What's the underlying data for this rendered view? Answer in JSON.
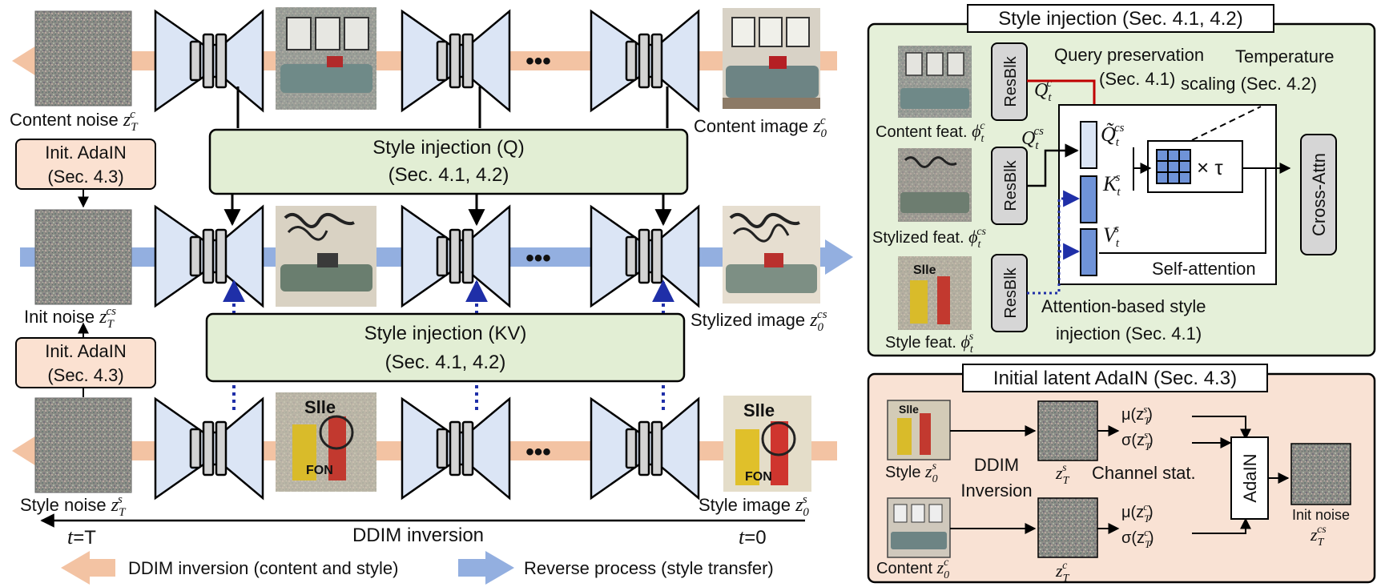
{
  "colors": {
    "inversion_arrow": "#f3c3a3",
    "reverse_arrow": "#93afe0",
    "unet_fill": "#dbe5f5",
    "injection_box_fill": "#e2eed4",
    "adain_box_fill": "#fbe1d1",
    "style_injection_panel": "#e5f0d9",
    "adain_panel": "#f9e2d4",
    "query_red": "#c00000",
    "kv_blue": "#1f2fa8",
    "attn_block_blue": "#6f93d8",
    "q_block_light": "#dbe5f5"
  },
  "images": {
    "content_noise": "noise",
    "content_denoise_img": "sofa-noisy",
    "content_image": "sofa",
    "init_noise": "noise",
    "stylized_img_mid": "sofa-stylized",
    "stylized_image": "sofa-stylized",
    "style_noise": "noise",
    "style_denoise_img": "painting-noisy",
    "style_image": "painting"
  },
  "left": {
    "content_noise_label": {
      "text": "Content noise ",
      "var": "z",
      "sub": "T",
      "sup": "c"
    },
    "content_image_label": {
      "text": "Content image ",
      "var": "z",
      "sub": "0",
      "sup": "c"
    },
    "init_adain_1": {
      "line1": "Init. AdaIN",
      "line2": "(Sec. 4.3)"
    },
    "style_injection_q": {
      "line1": "Style injection (Q)",
      "line2": "(Sec. 4.1, 4.2)"
    },
    "init_noise_label": {
      "text": "Init noise ",
      "var": "z",
      "sub": "T",
      "sup": "cs"
    },
    "stylized_image_label": {
      "text": "Stylized image ",
      "var": "z",
      "sub": "0",
      "sup": "cs"
    },
    "init_adain_2": {
      "line1": "Init. AdaIN",
      "line2": "(Sec. 4.3)"
    },
    "style_injection_kv": {
      "line1": "Style injection (KV)",
      "line2": "(Sec. 4.1, 4.2)"
    },
    "style_noise_label": {
      "text": "Style noise ",
      "var": "z",
      "sub": "T",
      "sup": "s"
    },
    "style_image_label": {
      "text": "Style image ",
      "var": "z",
      "sub": "0",
      "sup": "s"
    },
    "ellipsis": "•••",
    "t_T": {
      "var": "t",
      "rest": "=T"
    },
    "t_0": {
      "var": "t",
      "rest": "=0"
    },
    "ddim_inversion": "DDIM inversion"
  },
  "legend": {
    "inversion": "DDIM inversion (content and style)",
    "reverse": "Reverse process (style transfer)"
  },
  "style_injection_panel": {
    "title": "Style injection (Sec. 4.1, 4.2)",
    "resblk": "ResBlk",
    "query_preservation": "Query preservation",
    "sec41a": "(Sec. 4.1)",
    "temperature": "Temperature",
    "temperature_scaling": "scaling (Sec. 4.2)",
    "q_c": {
      "var": "Q",
      "sub": "t",
      "sup": "c"
    },
    "q_cs": {
      "var": "Q",
      "sub": "t",
      "sup": "cs"
    },
    "q_tilde_cs": {
      "var": "Q̃",
      "sub": "t",
      "sup": "cs"
    },
    "k_s": {
      "var": "K",
      "sub": "t",
      "sup": "s"
    },
    "v_s": {
      "var": "V",
      "sub": "t",
      "sup": "s"
    },
    "times_tau": "× τ",
    "cross_attn": "Cross-Attn",
    "self_attention": "Self-attention",
    "content_feat": {
      "text": "Content feat. ",
      "var": "ϕ",
      "sub": "t",
      "sup": "c"
    },
    "stylized_feat": {
      "text": "Stylized feat. ",
      "var": "ϕ",
      "sub": "t",
      "sup": "cs"
    },
    "style_feat": {
      "text": "Style feat. ",
      "var": "ϕ",
      "sub": "t",
      "sup": "s"
    },
    "attention_based_1": "Attention-based style",
    "attention_based_2": "injection (Sec. 4.1)"
  },
  "adain_panel": {
    "title": "Initial latent AdaIN (Sec. 4.3)",
    "style_z0": {
      "text": "Style ",
      "var": "z",
      "sub": "0",
      "sup": "s"
    },
    "content_z0": {
      "text": "Content ",
      "var": "z",
      "sub": "0",
      "sup": "c"
    },
    "ddim_1": "DDIM",
    "ddim_2": "Inversion",
    "zT_s": {
      "var": "z",
      "sub": "T",
      "sup": "s"
    },
    "zT_c": {
      "var": "z",
      "sub": "T",
      "sup": "c"
    },
    "channel_stat": "Channel stat.",
    "mu_s": "μ(z",
    "sigma_s": "σ(z",
    "mu_c": "μ(z",
    "sigma_c": "σ(z",
    "adain": "AdaIN",
    "init_noise": "Init noise",
    "init_noise_var": {
      "var": "z",
      "sub": "T",
      "sup": "cs"
    }
  }
}
